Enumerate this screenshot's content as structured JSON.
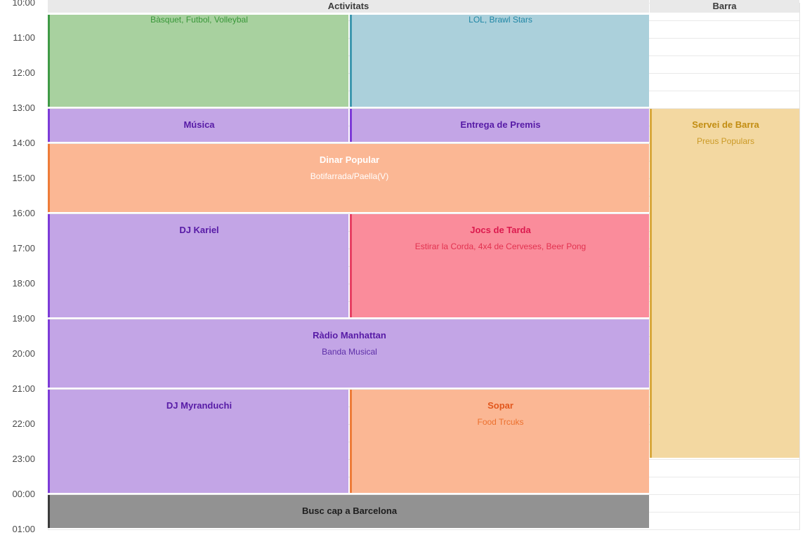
{
  "header": {
    "columns": [
      {
        "label": "Activitats"
      },
      {
        "label": "Barra"
      }
    ]
  },
  "time_axis": [
    "10:00",
    "11:00",
    "12:00",
    "13:00",
    "14:00",
    "15:00",
    "16:00",
    "17:00",
    "18:00",
    "19:00",
    "20:00",
    "21:00",
    "22:00",
    "23:00",
    "00:00",
    "01:00"
  ],
  "events": [
    {
      "id": "sports",
      "subtitle": "Bàsquet, Futbol, Volleybal",
      "column": "Activitats",
      "lane": "left",
      "start": "10:00",
      "end": "13:00",
      "color": "#a8d19f",
      "text_color": "#389738"
    },
    {
      "id": "videogames",
      "subtitle": "LOL, Brawl Stars",
      "column": "Activitats",
      "lane": "right",
      "start": "10:00",
      "end": "13:00",
      "color": "#abd0db",
      "text_color": "#1f86a5"
    },
    {
      "id": "musica",
      "title": "Música",
      "column": "Activitats",
      "lane": "left",
      "start": "13:00",
      "end": "14:00",
      "color": "#c3a5e6",
      "text_color": "#571ba6"
    },
    {
      "id": "entrega-premis",
      "title": "Entrega de Premis",
      "column": "Activitats",
      "lane": "right",
      "start": "13:00",
      "end": "14:00",
      "color": "#c3a5e6",
      "text_color": "#571ba6"
    },
    {
      "id": "dinar-popular",
      "title": "Dinar Popular",
      "subtitle": "Botifarrada/Paella(V)",
      "column": "Activitats",
      "lane": "full",
      "start": "14:00",
      "end": "16:00",
      "color": "#fbb794",
      "text_color": "#ffffff"
    },
    {
      "id": "dj-kariel",
      "title": "DJ Kariel",
      "column": "Activitats",
      "lane": "left",
      "start": "16:00",
      "end": "19:00",
      "color": "#c3a5e6",
      "text_color": "#571ba6"
    },
    {
      "id": "jocs-de-tarda",
      "title": "Jocs de Tarda",
      "subtitle": "Estirar la Corda, 4x4 de Cerveses, Beer Pong",
      "column": "Activitats",
      "lane": "right",
      "start": "16:00",
      "end": "19:00",
      "color": "#fa8c9b",
      "text_color": "#dc1a4e"
    },
    {
      "id": "radio-manhattan",
      "title": "Ràdio Manhattan",
      "subtitle": "Banda Musical",
      "column": "Activitats",
      "lane": "full",
      "start": "19:00",
      "end": "21:00",
      "color": "#c3a5e6",
      "text_color": "#571ba6"
    },
    {
      "id": "dj-myranduchi",
      "title": "DJ Myranduchi",
      "column": "Activitats",
      "lane": "left",
      "start": "21:00",
      "end": "00:00",
      "color": "#c3a5e6",
      "text_color": "#571ba6"
    },
    {
      "id": "sopar",
      "title": "Sopar",
      "subtitle": "Food Trcuks",
      "column": "Activitats",
      "lane": "right",
      "start": "21:00",
      "end": "00:00",
      "color": "#fbb794",
      "text_color": "#e2571d"
    },
    {
      "id": "busc-barcelona",
      "title": "Busc cap a Barcelona",
      "column": "Activitats",
      "lane": "full",
      "start": "00:00",
      "end": "01:00",
      "color": "#929292",
      "text_color": "#1d1d1d"
    },
    {
      "id": "servei-de-barra",
      "title": "Servei de Barra",
      "subtitle": "Preus Populars",
      "column": "Barra",
      "lane": "barra",
      "start": "13:00",
      "end": "23:00",
      "color": "#f3d8a1",
      "text_color": "#c28d12"
    }
  ],
  "palette": {
    "header_bg": "#e9e9e9",
    "header_text": "#3b3b3b",
    "gridline": "#e9e9e9",
    "time_label": "#4b4b4b",
    "green_border": "#3f9a46",
    "blue_border": "#3f98af",
    "purple_border": "#7d3bd8",
    "orange_border": "#ee7c39",
    "red_border": "#e74064",
    "gray_border": "#3b3b3b",
    "gold_border": "#d8a83d"
  }
}
